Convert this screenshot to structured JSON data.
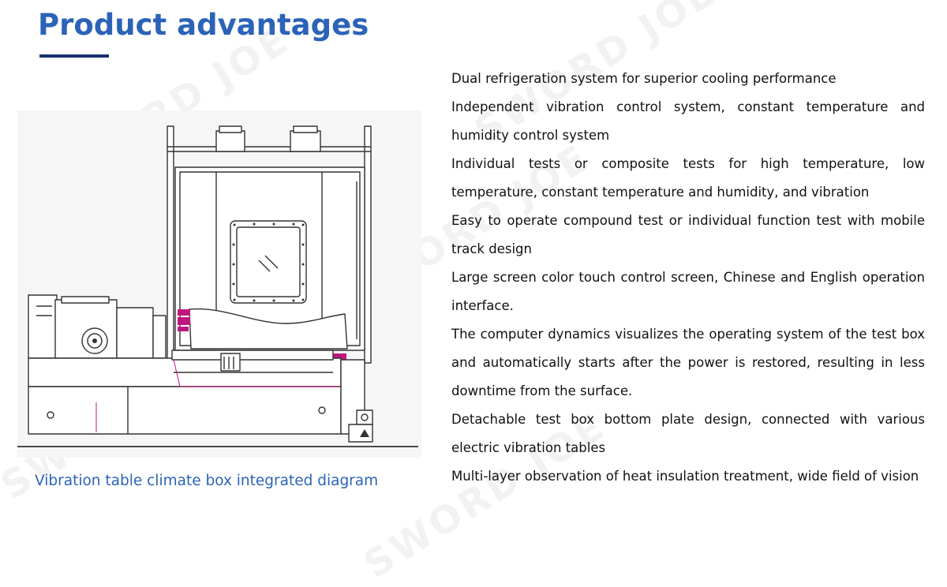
{
  "header": {
    "title": "Product advantages"
  },
  "figure": {
    "caption": "Vibration table climate box integrated diagram"
  },
  "watermark": {
    "text": "SWORD JOE"
  },
  "advantages": [
    "Dual refrigeration system for superior cooling performance",
    "Independent vibration control system, constant temperature and humidity control system",
    "Individual tests or composite tests for high temperature, low temperature, constant temperature and humidity, and vibration",
    "Easy to operate compound test or individual function test with mobile track design",
    "Large screen color touch control screen, Chinese and English operation interface.",
    "The computer dynamics visualizes the operating system of the test box and automatically starts after the power is restored, resulting in less downtime from the surface.",
    "Detachable test box bottom plate design, connected with various electric vibration tables",
    "Multi-layer observation of heat insulation treatment, wide field of vision"
  ],
  "colors": {
    "title": "#2b63b8",
    "underline": "#15306b",
    "caption": "#2b63b8",
    "body_text": "#111111",
    "diagram_line": "#333333",
    "diagram_highlight": "#c0177f"
  }
}
